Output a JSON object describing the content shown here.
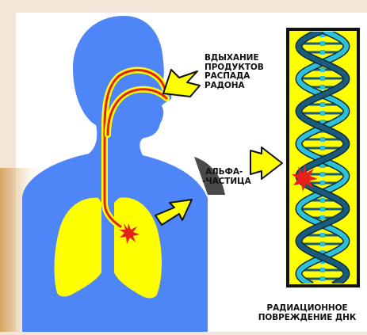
{
  "labels": {
    "inhalation": [
      "ВДЫХАНИЕ",
      "ПРОДУКТОВ",
      "РАСПАДА",
      "РАДОНА"
    ],
    "alpha": [
      "АЛЬФА-",
      "-ЧАСТИЦА"
    ],
    "damage": [
      "РАДИАЦИОННОЕ",
      "ПОВРЕЖДЕНИЕ ДНК"
    ]
  },
  "colors": {
    "page_background": "#f3e6d8",
    "panel_background": "#ffffff",
    "left_gradient_band": "#d9b070",
    "body": "#4f86f7",
    "lungs": "#ffff00",
    "airways_outer": "#ffff00",
    "airways_inner": "#e8201a",
    "shoulder_shadow": "#4a4a4a",
    "arrows": "#ffff00",
    "damage_star": "#e8201a",
    "dna_panel": "#ffff00",
    "dna_strand_light": "#2ec0d8",
    "dna_strand_dark": "#1a5a7a",
    "dna_base_pairs": "#1a5a7a"
  }
}
